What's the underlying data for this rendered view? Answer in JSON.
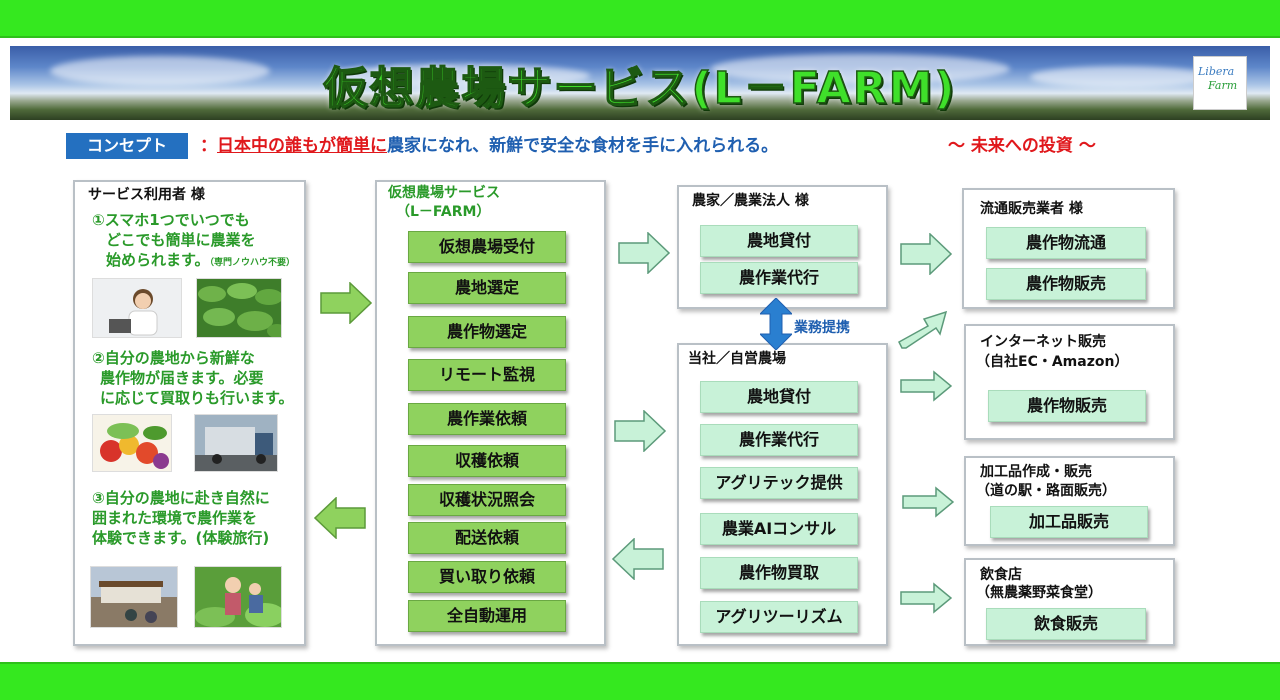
{
  "title": "仮想農場サービス(L－FARM)",
  "logo": {
    "line1": "Libera",
    "line2": "Farm"
  },
  "concept": {
    "badge": "コンセプト",
    "prefix": "：",
    "highlight": "日本中の誰もが簡単に",
    "rest": "農家になれ、新鮮で安全な食材を手に入れられる。",
    "future": "～ 未来への投資 ～"
  },
  "users": {
    "title": "サービス利用者  様",
    "item1": {
      "line1": "①スマホ1つでいつでも",
      "line2": "どこでも簡単に農業を",
      "line3": "始められます。",
      "note": "（専門ノウハウ不要）"
    },
    "item2": {
      "line1": "②自分の農地から新鮮な",
      "line2": "農作物が届きます。必要",
      "line3": "に応じて買取りも行います。"
    },
    "item3": {
      "line1": "③自分の農地に赴き自然に",
      "line2": "囲まれた環境で農作業を",
      "line3": "体験できます。(体験旅行)"
    }
  },
  "service": {
    "title_line1": "仮想農場サービス",
    "title_line2": "（L－FARM）",
    "items": [
      "仮想農場受付",
      "農地選定",
      "農作物選定",
      "リモート監視",
      "農作業依頼",
      "収穫依頼",
      "収穫状況照会",
      "配送依頼",
      "買い取り依頼",
      "全自動運用"
    ]
  },
  "farmers": {
    "title": "農家／農業法人  様",
    "items": [
      "農地貸付",
      "農作業代行"
    ]
  },
  "partnership_label": "業務提携",
  "own_farm": {
    "title": "当社／自営農場",
    "items": [
      "農地貸付",
      "農作業代行",
      "アグリテック提供",
      "農業AIコンサル",
      "農作物買取",
      "アグリツーリズム"
    ]
  },
  "distributors": {
    "title": "流通販売業者  様",
    "items": [
      "農作物流通",
      "農作物販売"
    ]
  },
  "internet": {
    "title_line1": "インターネット販売",
    "title_line2": "（自社EC・Amazon）",
    "items": [
      "農作物販売"
    ]
  },
  "processed": {
    "title_line1": "加工品作成・販売",
    "title_line2": "（道の駅・路面販売）",
    "items": [
      "加工品販売"
    ]
  },
  "restaurant": {
    "title_line1": "飲食店",
    "title_line2": "（無農薬野菜食堂）",
    "items": [
      "飲食販売"
    ]
  },
  "colors": {
    "bar": "#35e81f",
    "button_dark": "#8fd25e",
    "button_light": "#c8f2d8",
    "accent_blue": "#2470c0",
    "accent_red": "#e0181c",
    "title_green": "#2a9a2a",
    "arrow_fill": "#8fd25e",
    "arrow_light": "#c8f2d8"
  }
}
